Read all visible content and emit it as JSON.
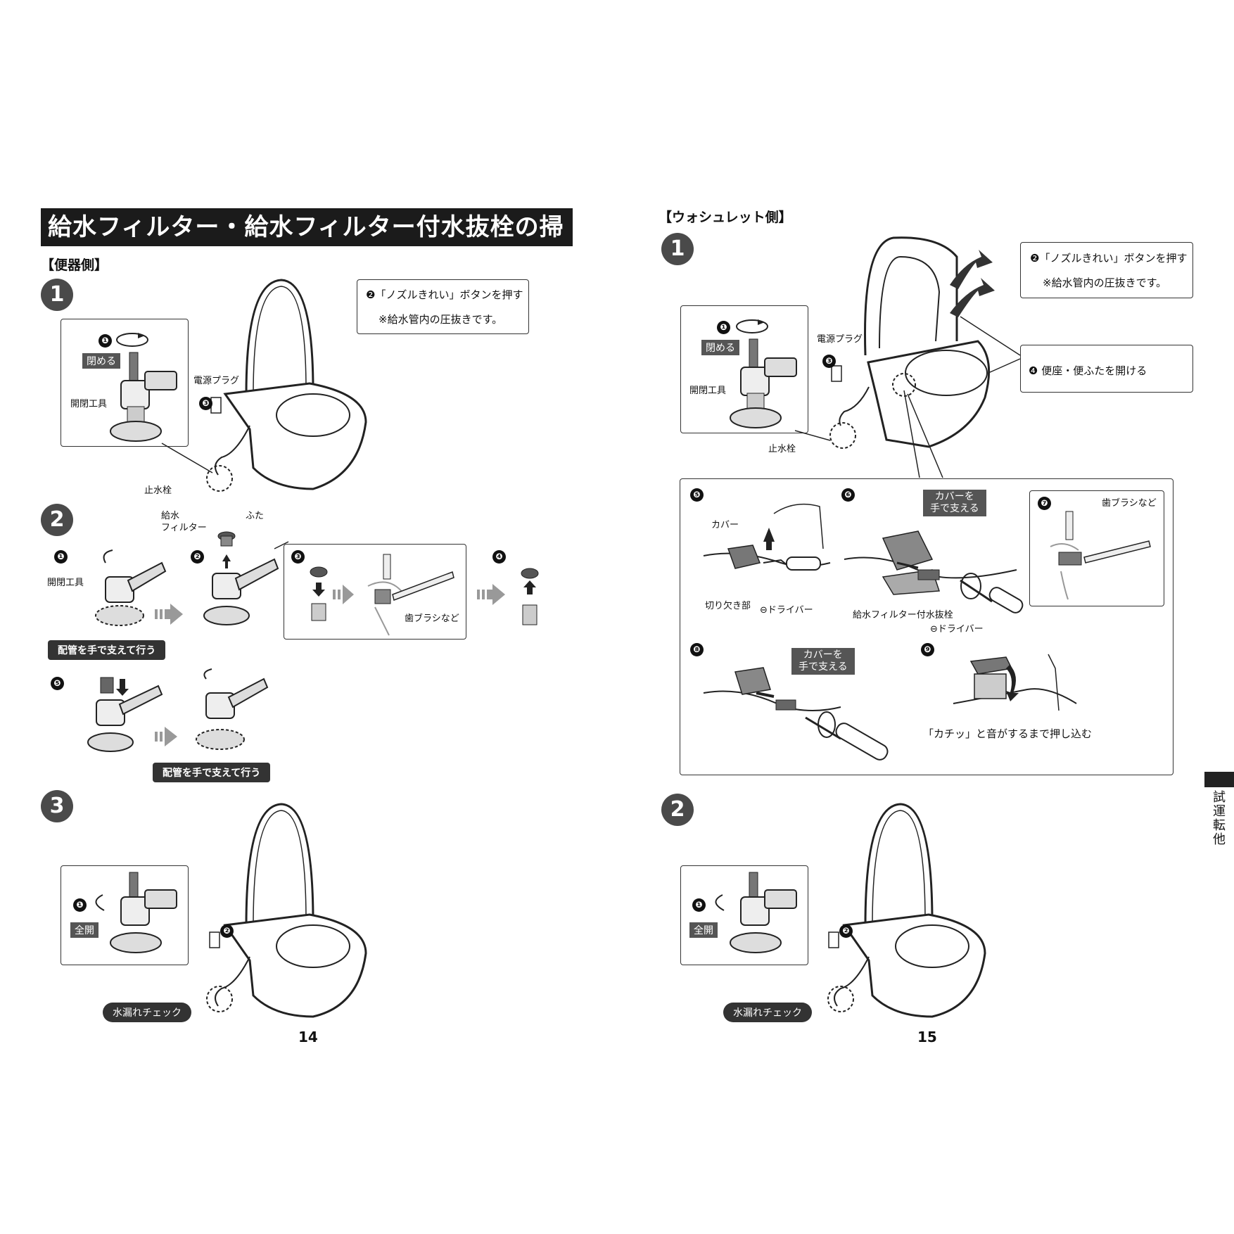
{
  "title": "給水フィルター・給水フィルター付水抜栓の掃除(試運転後)",
  "left": {
    "section_label": "【便器側】",
    "step1": {
      "num": "1",
      "sub1": "❶",
      "close_tag": "閉める",
      "tool_label": "開閉工具",
      "power_plug": "電源プラグ",
      "sub3": "❸",
      "valve_label": "止水栓",
      "note_line1": "❷「ノズルきれい」ボタンを押す",
      "note_line2": "※給水管内の圧抜きです。"
    },
    "step2": {
      "num": "2",
      "sub1": "❶",
      "tool_label": "開閉工具",
      "support_pill": "配管を手で支えて行う",
      "sub2": "❷",
      "filter_label_l1": "給水",
      "filter_label_l2": "フィルター",
      "cap_label": "ふた",
      "sub3": "❸",
      "brush_label": "歯ブラシなど",
      "sub4": "❹",
      "sub5": "❺",
      "support_pill2": "配管を手で支えて行う"
    },
    "step3": {
      "num": "3",
      "sub1": "❶",
      "open_tag": "全開",
      "sub2": "❷",
      "leak_pill": "水漏れチェック"
    },
    "page_number": "14"
  },
  "right": {
    "section_label": "【ウォシュレット側】",
    "step1": {
      "num": "1",
      "sub1": "❶",
      "close_tag": "閉める",
      "tool_label": "開閉工具",
      "power_plug": "電源プラグ",
      "sub3": "❸",
      "valve_label": "止水栓",
      "note_line1": "❷「ノズルきれい」ボタンを押す",
      "note_line2": "※給水管内の圧抜きです。",
      "note4": "❹ 便座・便ふたを開ける",
      "sub5": "❺",
      "cover_label": "カバー",
      "notch_label": "切り欠き部",
      "driver_label": "⊖ドライバー",
      "sub6": "❻",
      "support_cover_l1": "カバーを",
      "support_cover_l2": "手で支える",
      "drain_valve_label": "給水フィルター付水抜栓",
      "driver_label2": "⊖ドライバー",
      "sub7": "❼",
      "brush_label": "歯ブラシなど",
      "sub8": "❽",
      "support_cover2_l1": "カバーを",
      "support_cover2_l2": "手で支える",
      "sub9": "❾",
      "click_text": "「カチッ」と音がするまで押し込む"
    },
    "step2": {
      "num": "2",
      "sub1": "❶",
      "open_tag": "全開",
      "sub2": "❷",
      "leak_pill": "水漏れチェック"
    },
    "page_number": "15"
  },
  "side_tab_text": "試運転他"
}
